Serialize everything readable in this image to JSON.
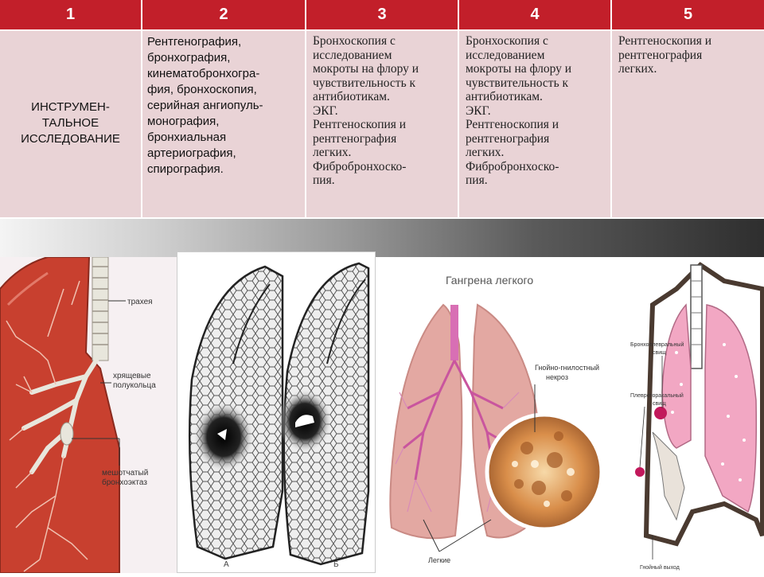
{
  "table": {
    "headers": [
      "1",
      "2",
      "3",
      "4",
      "5"
    ],
    "row_label_lines": [
      "ИНСТРУМЕН-",
      "ТАЛЬНОЕ",
      "ИССЛЕДОВАНИЕ"
    ],
    "col2_lines": [
      "Рентгенография,",
      "бронхография,",
      "кинематобронхогра-",
      "фия, бронхоскопия,",
      "серийная ангиопуль-",
      "монография,",
      "бронхиальная",
      "артериография,",
      "спирография."
    ],
    "col3_lines": [
      "Бронхоскопия с",
      "исследованием",
      "мокроты на флору и",
      "чувствительность к",
      "антибиотикам.",
      "ЭКГ.",
      "Рентгеноскопия и",
      "рентгенография",
      "легких.",
      "Фибробронхоско-",
      "пия."
    ],
    "col4_lines": [
      "Бронхоскопия с",
      "исследованием",
      "мокроты на флору и",
      "чувствительность к",
      "антибиотикам.",
      "ЭКГ.",
      "Рентгеноскопия и",
      "рентгенография",
      "легких.",
      "Фибробронхоско-",
      "пия."
    ],
    "col5_lines": [
      "Рентгеноскопия и",
      "рентгенография",
      "легких."
    ]
  },
  "images": {
    "bronchiectasis": {
      "labels": [
        "трахея",
        "хрящевые",
        "полукольца",
        "мешотчатый",
        "бронхоэктаз"
      ]
    },
    "xray": {
      "labels": [
        "А",
        "Б"
      ]
    },
    "gangrene": {
      "title": "Гангрена легкого",
      "labels": [
        "Гнойно-гнилостный",
        "некроз",
        "Легкие"
      ]
    },
    "pleural": {
      "labels": [
        "Бронхоплевральный",
        "свищ",
        "Плевроторакальный",
        "свищ",
        "Гнойный выход"
      ]
    }
  },
  "colors": {
    "header_red": "#c21f2a",
    "cell_pink": "#e9d3d6",
    "lung_red": "#c8402f"
  }
}
